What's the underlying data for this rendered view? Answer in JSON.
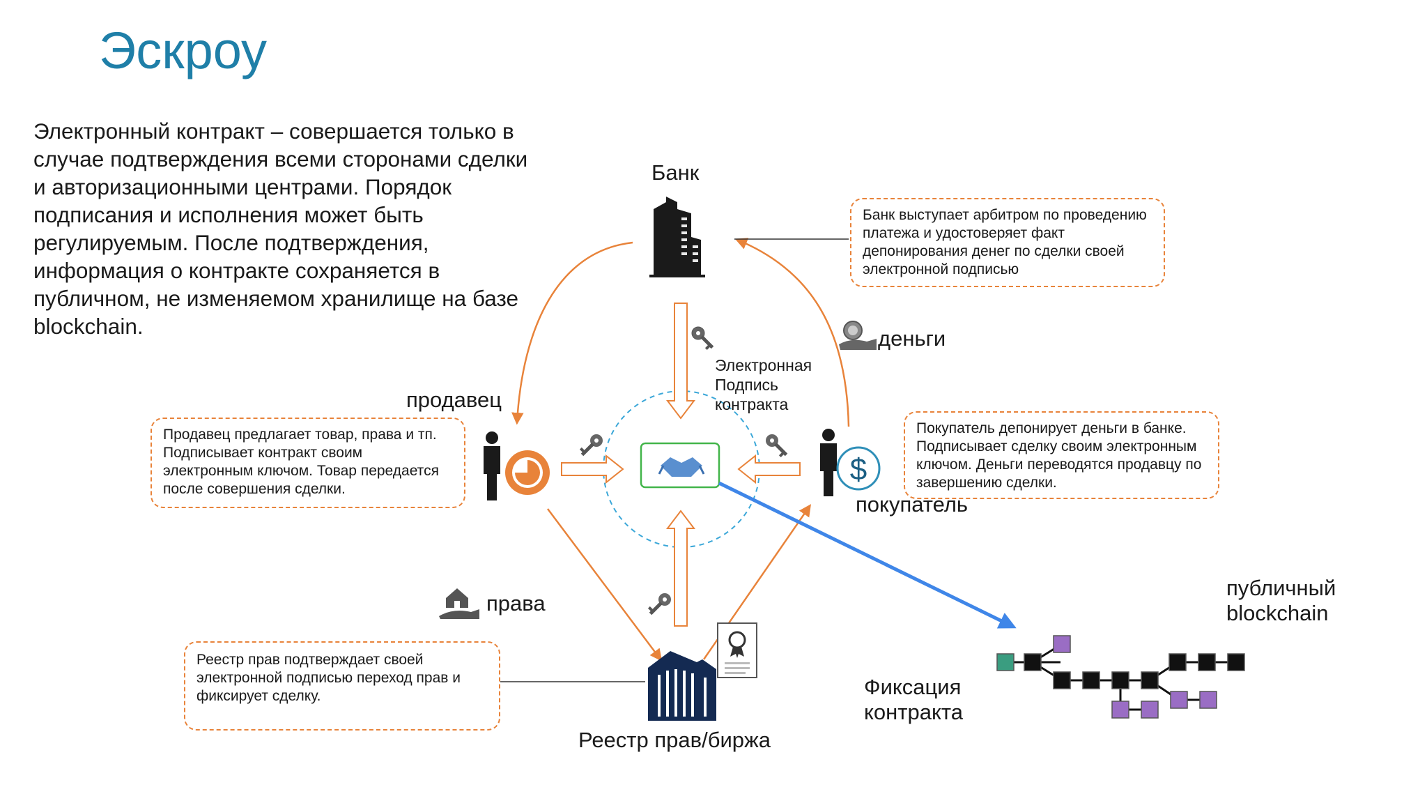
{
  "title": "Эскроу",
  "intro": "Электронный контракт – совершается только в случае подтверждения всеми сторонами сделки и авторизационными центрами. Порядок подписания и исполнения может быть регулируемым. После подтверждения, информация о контракте сохраняется в публичном, не изменяемом хранилище на базе blockchain.",
  "nodes": {
    "bank": "Банк",
    "seller": "продавец",
    "buyer": "покупатель",
    "registry": "Реестр прав/биржа",
    "money": "деньги",
    "rights": "права",
    "signature": "Электронная Подпись контракта",
    "fixation": "Фиксация контракта",
    "blockchain": "публичный blockchain"
  },
  "notes": {
    "bank": "Банк выступает арбитром по проведению платежа и удостоверяет факт депонирования денег по сделки своей электронной подписью",
    "seller": "Продавец предлагает товар, права и тп. Подписывает контракт своим электронным ключом. Товар передается после совершения сделки.",
    "buyer": "Покупатель депонирует деньги в банке. Подписывает сделку своим электронным ключом. Деньги переводятся продавцу по завершению сделки.",
    "registry": "Реестр прав подтверждает своей электронной подписью переход прав и фиксирует сделку."
  },
  "colors": {
    "title": "#1f7fa8",
    "orange": "#e8833a",
    "blue_arrow": "#3f86e8",
    "dashed_circle": "#3ba7d8",
    "green_box": "#43b54a",
    "dark_building": "#1a1a1a",
    "registry_building": "#142a52",
    "chain_teal": "#3a9d80",
    "chain_purple": "#9a6dc4",
    "chain_black": "#111111"
  },
  "icons": [
    "bank-building-icon",
    "person-icon",
    "pie-chart-icon",
    "dollar-icon",
    "coins-hand-icon",
    "house-hand-icon",
    "key-icon",
    "handshake-icon",
    "certificate-icon",
    "registry-building-icon",
    "blockchain-graph-icon"
  ]
}
